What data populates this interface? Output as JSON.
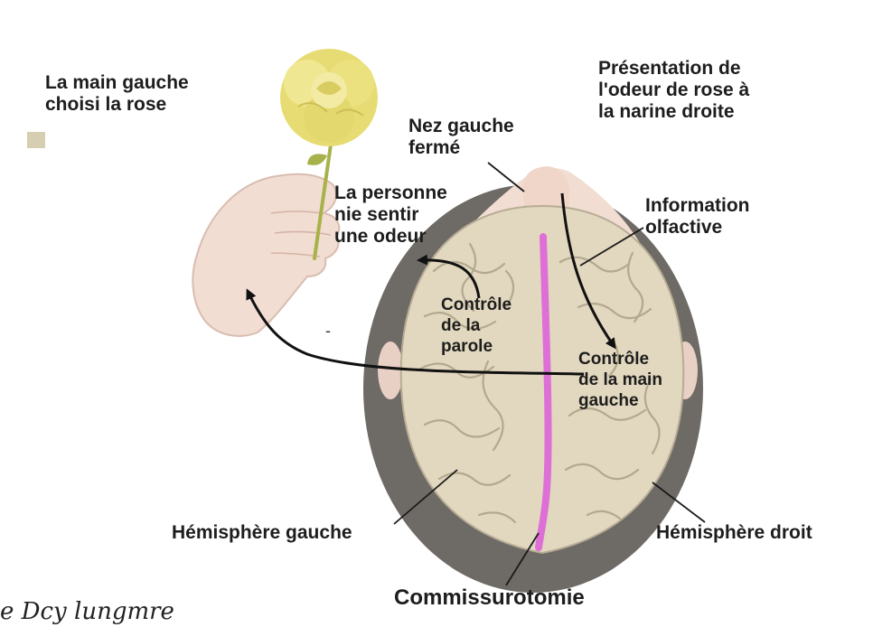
{
  "labels": {
    "left_hand_choice": "La main gauche\nchoisi la rose",
    "rose_presentation": "Présentation de\nl'odeur de rose à\nla narine droite",
    "left_nose_closed": "Nez gauche\nfermé",
    "person_denies": "La personne\nnie sentir\nune odeur",
    "olfactory_info": "Information\nolfactive",
    "speech_control": "Contrôle\nde la\nparole",
    "left_hand_control": "Contrôle\nde la main\ngauche",
    "left_hemisphere": "Hémisphère gauche",
    "right_hemisphere": "Hémisphère droit",
    "commissurotomy": "Commissurotomie"
  },
  "handwritten_note": "e Dcy lungmre",
  "colors": {
    "brain_fill": "#e2d8bf",
    "brain_shadow": "#6e6a66",
    "skin": "#f1ddd2",
    "commissure": "#dd6fd7",
    "rose_petals": "#ece27c",
    "rose_stem": "#a8b24a",
    "arrow": "#111111"
  }
}
